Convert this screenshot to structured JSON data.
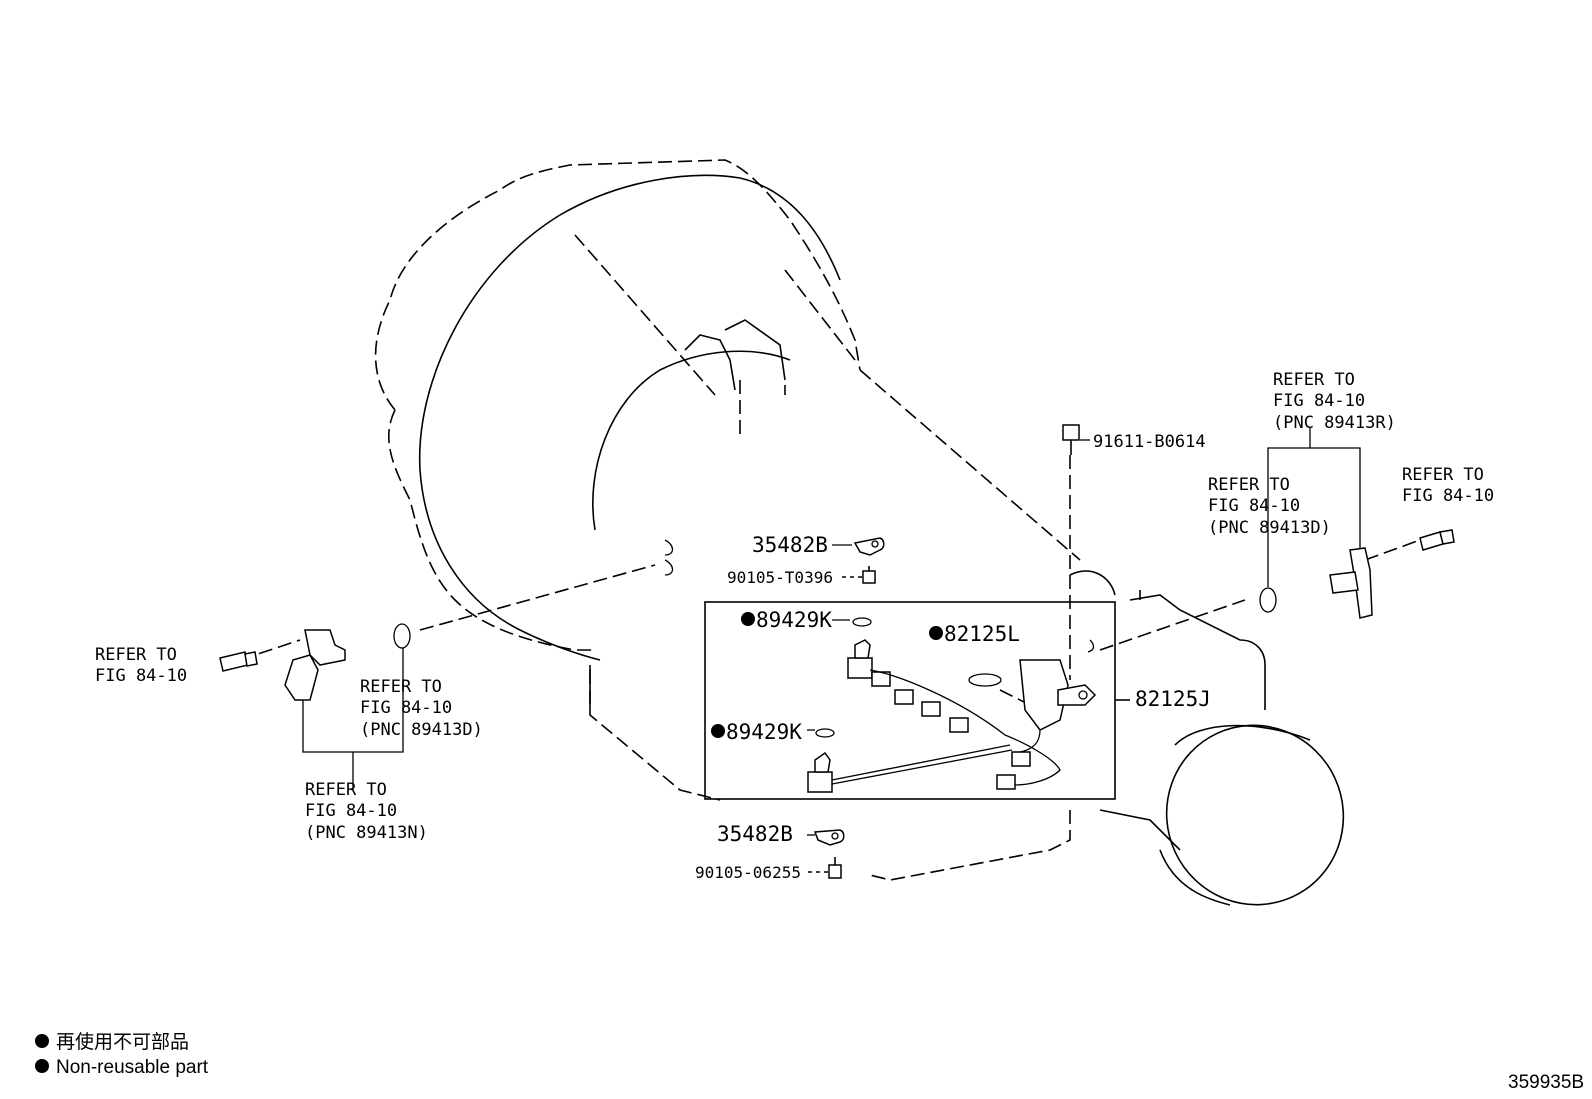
{
  "labels": {
    "p91611": "91611-B0614",
    "p35482b_top": "35482B",
    "p90105_t0396": "90105-T0396",
    "p89429k_top": "89429K",
    "p82125l": "82125L",
    "p82125j": "82125J",
    "p89429k_bottom": "89429K",
    "p35482b_bottom": "35482B",
    "p90105_06255": "90105-06255"
  },
  "refs": {
    "left_bolt": [
      "REFER TO",
      "FIG 84-10"
    ],
    "left_oring": [
      "REFER TO",
      "FIG 84-10",
      "(PNC 89413D)"
    ],
    "left_sensor": [
      "REFER TO",
      "FIG 84-10",
      "(PNC 89413N)"
    ],
    "right_sensor": [
      "REFER TO",
      "FIG 84-10",
      "(PNC 89413R)"
    ],
    "right_oring": [
      "REFER TO",
      "FIG 84-10",
      "(PNC 89413D)"
    ],
    "right_bolt": [
      "REFER TO",
      "FIG 84-10"
    ]
  },
  "legend": {
    "jp": "再使用不可部品",
    "en": "Non-reusable part"
  },
  "diagram_code": "359935B"
}
